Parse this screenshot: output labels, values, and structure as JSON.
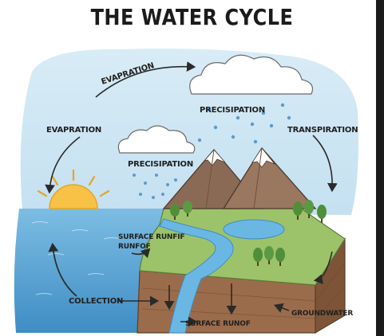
{
  "title": "THE WATER CYCLE",
  "labels": {
    "evaporation_arc": "EVAPRATION",
    "evaporation_left": "EVAPRATION",
    "precipitation_top": "PRECISIPATION",
    "precipitation_small": "PRECISIPATION",
    "transpiration": "TRANSPIRATION",
    "surface_runoff_1": "SURFACE RUNFIF",
    "surface_runoff_2": "RUNFOF",
    "collection": "COLLECTION",
    "groundwater": "GROUNDWATER",
    "surface_runoff_bottom": "SURFACE RUNOF"
  },
  "colors": {
    "sky": "#cfe6f3",
    "sea": "#5aa6d6",
    "sea_deep": "#3f8dc4",
    "sun": "#f7c245",
    "ground_top": "#9cc36a",
    "soil": "#9b6c4b",
    "soil_dark": "#7d5437",
    "mountain": "#8b6a55",
    "river": "#6bb7e3",
    "tree": "#4f8f3a"
  },
  "icons": [
    "sun-icon",
    "cloud-icon",
    "mountain-icon",
    "tree-icon",
    "raindrop-icon",
    "arrow-icon"
  ]
}
